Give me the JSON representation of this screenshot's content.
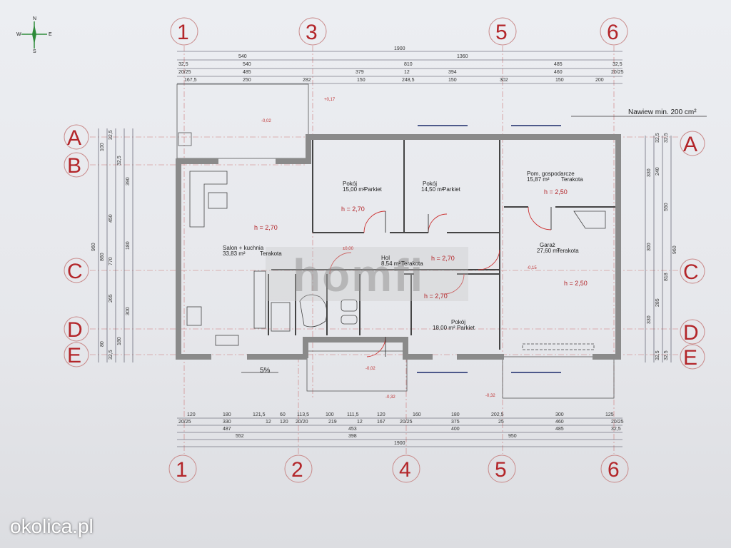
{
  "compass": {
    "n": "N",
    "s": "S",
    "w": "W",
    "e": "E"
  },
  "axes_top": [
    "1",
    "3",
    "5",
    "6"
  ],
  "axes_bottom": [
    "1",
    "2",
    "4",
    "5",
    "6"
  ],
  "axes_left": [
    "A",
    "B",
    "C",
    "D",
    "E"
  ],
  "axes_right": [
    "A",
    "C",
    "D",
    "E"
  ],
  "top_dims": {
    "total": "1900",
    "row1": [
      "540",
      "1360"
    ],
    "row2": [
      "32,5",
      "540",
      "810",
      "485",
      "32,5"
    ],
    "row3": [
      "20/25",
      "485",
      "379",
      "12",
      "394",
      "460",
      "20/25"
    ],
    "row4": [
      "167,5",
      "250",
      "282",
      "150",
      "248,5",
      "150",
      "302",
      "150",
      "200"
    ]
  },
  "bottom_dims": {
    "row1": [
      "120",
      "180",
      "121,5",
      "60",
      "113,5",
      "100",
      "111,5",
      "120",
      "160",
      "180",
      "202,5",
      "300",
      "125"
    ],
    "row2": [
      "20/25",
      "330",
      "12",
      "120",
      "20/20",
      "219",
      "12",
      "167",
      "20/25",
      "375",
      "25",
      "460",
      "20/25"
    ],
    "row3": [
      "487",
      "453",
      "400",
      "485",
      "32,5"
    ],
    "row4": [
      "552",
      "398",
      "950"
    ],
    "total": "1900"
  },
  "left_dims": [
    "960",
    "860",
    "770",
    "390",
    "450",
    "180",
    "265",
    "300",
    "180",
    "32,5",
    "100",
    "32,5",
    "80",
    "32,5"
  ],
  "right_dims": [
    "960",
    "818",
    "330",
    "240",
    "550",
    "300",
    "285",
    "330",
    "32,5",
    "32,5",
    "32,5",
    "32,5"
  ],
  "note_skylight": "Nawiew min. 200 cm²",
  "rooms": [
    {
      "name": "Salon + kuchnia",
      "area": "33,83 m²",
      "floor": "Terakota",
      "height": "h = 2,70"
    },
    {
      "name": "Pokój",
      "area": "15,00 m²",
      "floor": "Parkiet",
      "height": "h = 2,70"
    },
    {
      "name": "Pokój",
      "area": "14,50 m²",
      "floor": "Parkiet",
      "height": ""
    },
    {
      "name": "Pom. gospodarcze",
      "area": "15,87 m²",
      "floor": "Terakota",
      "height": "h = 2,50"
    },
    {
      "name": "Garaż",
      "area": "27,60 m²",
      "floor": "Terakota",
      "height": "h = 2,50"
    },
    {
      "name": "Hol",
      "area": "8,54 m²",
      "floor": "Terakota",
      "height": "h = 2,70"
    },
    {
      "name": "Pokój",
      "area": "18,00 m²",
      "floor": "Parkiet",
      "height": "h = 2,70"
    }
  ],
  "levels": [
    "±0,00",
    "-0,02",
    "-0,32",
    "+0,17",
    "-0,32",
    "-0,02",
    "-0,15"
  ],
  "slope": "5%",
  "watermark": "homfi",
  "brand": "okolica.pl",
  "colors": {
    "axis_red": "#b3262a",
    "wall": "#7a7a7a",
    "line": "#2a3a6a"
  }
}
